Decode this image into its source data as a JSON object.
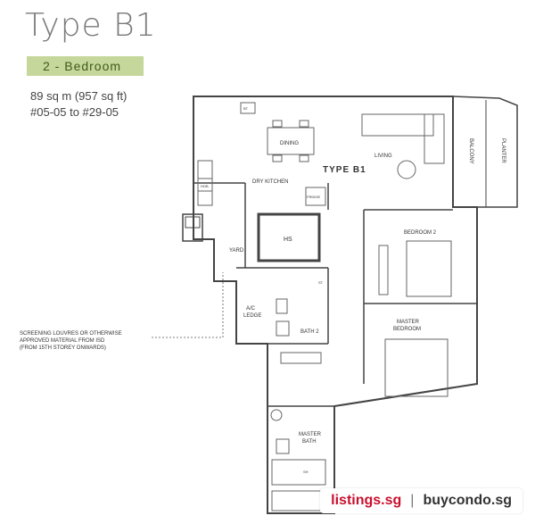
{
  "header": {
    "title": "Type B1",
    "badge": "2 - Bedroom",
    "area": "89 sq m (957 sq ft)",
    "units": "#05-05 to #29-05"
  },
  "plan": {
    "type_label": "TYPE B1",
    "rooms": {
      "dining": "DINING",
      "living": "LIVING",
      "balcony": "BALCONY",
      "planter": "PLANTER",
      "dry_kitchen": "DRY KITCHEN",
      "hs": "HS",
      "yard": "YARD",
      "bedroom2": "BEDROOM 2",
      "master_bedroom_1": "MASTER",
      "master_bedroom_2": "BEDROOM",
      "bath2": "BATH 2",
      "ac_ledge_1": "A/C",
      "ac_ledge_2": "LEDGE",
      "master_bath_1": "MASTER",
      "master_bath_2": "BATH",
      "fridge": "FRIDGE",
      "hob": "HOB",
      "st": "ST",
      "sh": "SH",
      "bt": "BT"
    },
    "note_lines": [
      "SCREENING LOUVRES OR OTHERWISE",
      "APPROVED MATERIAL FROM ISD",
      "(FROM 15TH STOREY ONWARDS)"
    ]
  },
  "watermark": {
    "site_a": "listings.sg",
    "separator": "|",
    "site_b": "buycondo.sg"
  }
}
